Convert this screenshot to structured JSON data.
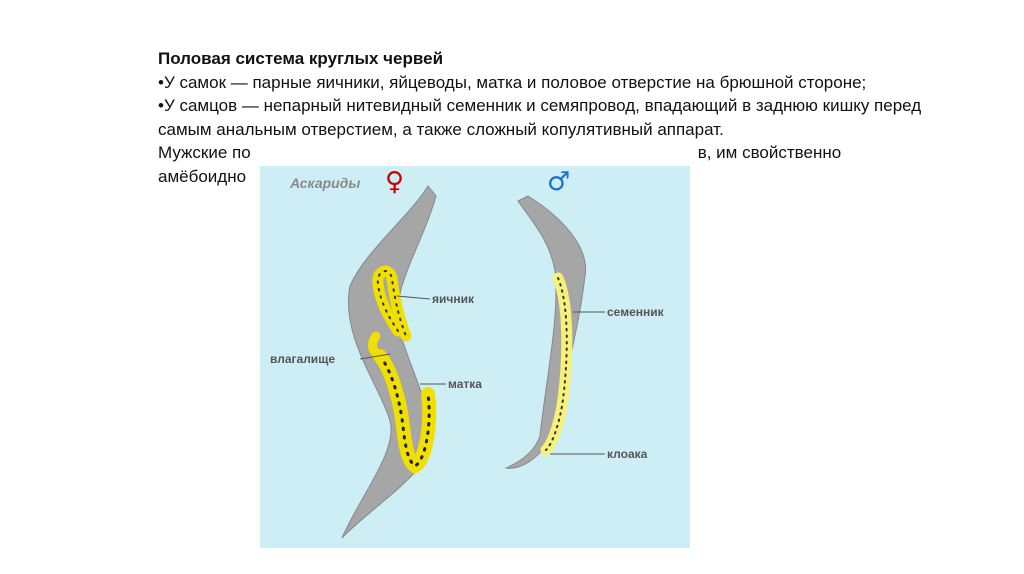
{
  "slide": {
    "title": "Половая система круглых червей",
    "line1": "•У самок — парные яичники, яйцеводы, матка и половое отверстие на брюшной стороне;",
    "line2": "•У самцов — непарный нитевидный семенник и семяпровод, впадающий в заднюю кишку перед самым анальным отверстием, а также сложный копулятивный аппарат.",
    "line3_start": "Мужские по",
    "line3_end": "в, им свойственно",
    "line4_start": "амёбоидно"
  },
  "figure": {
    "title": "Аскариды",
    "female_symbol": "♀",
    "male_symbol": "♂",
    "labels": {
      "ovary": "яичник",
      "vagina": "влагалище",
      "uterus": "матка",
      "testis": "семенник",
      "cloaca": "клоака"
    },
    "colors": {
      "background": "#cdeef5",
      "worm_body": "#a6a6a6",
      "organ_fill": "#f0e000",
      "female_symbol": "#cc0000",
      "male_symbol": "#1e6fd0"
    }
  }
}
